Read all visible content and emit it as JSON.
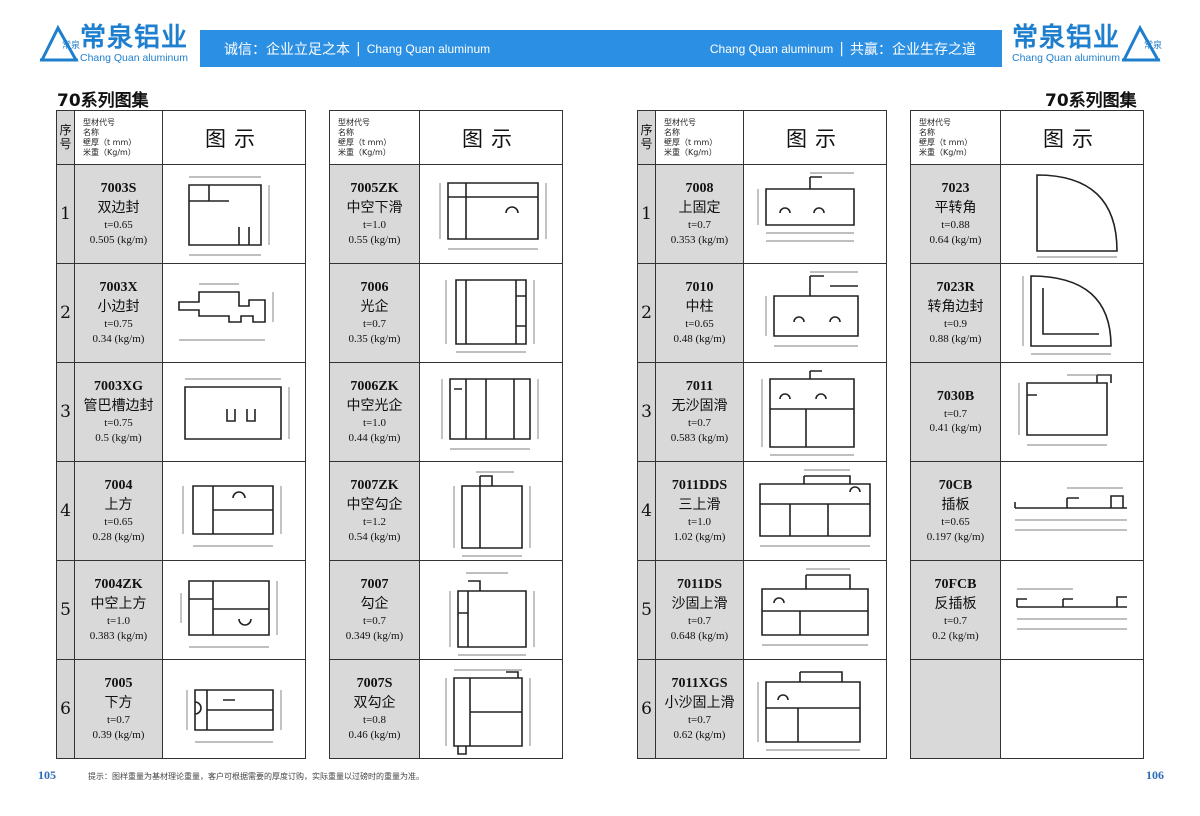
{
  "brand": {
    "name_cn": "常泉铝业",
    "name_en": "Chang Quan aluminum",
    "mark_text": "常泉"
  },
  "banner_left": {
    "slogan": "诚信：企业立足之本",
    "en": "Chang Quan aluminum"
  },
  "banner_right": {
    "en": "Chang Quan aluminum",
    "slogan": "共赢：企业生存之道"
  },
  "series_title": "70系列图集",
  "header": {
    "no": "序号",
    "info_lines": [
      "型材代号",
      "名称",
      "壁厚（t mm）",
      "米重（Kg/m）"
    ],
    "figure": "图示"
  },
  "tables": [
    {
      "rows": [
        {
          "no": "1",
          "code": "7003S",
          "name": "双边封",
          "thickness": "t=0.65",
          "weight": "0.505 (kg/m)",
          "figure_icon": "profile-7003s-icon"
        },
        {
          "no": "2",
          "code": "7003X",
          "name": "小边封",
          "thickness": "t=0.75",
          "weight": "0.34 (kg/m)",
          "figure_icon": "profile-7003x-icon"
        },
        {
          "no": "3",
          "code": "7003XG",
          "name": "管巴槽边封",
          "thickness": "t=0.75",
          "weight": "0.5 (kg/m)",
          "figure_icon": "profile-7003xg-icon"
        },
        {
          "no": "4",
          "code": "7004",
          "name": "上方",
          "thickness": "t=0.65",
          "weight": "0.28 (kg/m)",
          "figure_icon": "profile-7004-icon"
        },
        {
          "no": "5",
          "code": "7004ZK",
          "name": "中空上方",
          "thickness": "t=1.0",
          "weight": "0.383 (kg/m)",
          "figure_icon": "profile-7004zk-icon"
        },
        {
          "no": "6",
          "code": "7005",
          "name": "下方",
          "thickness": "t=0.7",
          "weight": "0.39 (kg/m)",
          "figure_icon": "profile-7005-icon"
        }
      ]
    },
    {
      "rows": [
        {
          "code": "7005ZK",
          "name": "中空下滑",
          "thickness": "t=1.0",
          "weight": "0.55 (kg/m)",
          "figure_icon": "profile-7005zk-icon"
        },
        {
          "code": "7006",
          "name": "光企",
          "thickness": "t=0.7",
          "weight": "0.35 (kg/m)",
          "figure_icon": "profile-7006-icon"
        },
        {
          "code": "7006ZK",
          "name": "中空光企",
          "thickness": "t=1.0",
          "weight": "0.44 (kg/m)",
          "figure_icon": "profile-7006zk-icon"
        },
        {
          "code": "7007ZK",
          "name": "中空勾企",
          "thickness": "t=1.2",
          "weight": "0.54 (kg/m)",
          "figure_icon": "profile-7007zk-icon"
        },
        {
          "code": "7007",
          "name": "勾企",
          "thickness": "t=0.7",
          "weight": "0.349 (kg/m)",
          "figure_icon": "profile-7007-icon"
        },
        {
          "code": "7007S",
          "name": "双勾企",
          "thickness": "t=0.8",
          "weight": "0.46 (kg/m)",
          "figure_icon": "profile-7007s-icon"
        }
      ]
    },
    {
      "rows": [
        {
          "no": "1",
          "code": "7008",
          "name": "上固定",
          "thickness": "t=0.7",
          "weight": "0.353 (kg/m)",
          "figure_icon": "profile-7008-icon"
        },
        {
          "no": "2",
          "code": "7010",
          "name": "中柱",
          "thickness": "t=0.65",
          "weight": "0.48 (kg/m)",
          "figure_icon": "profile-7010-icon"
        },
        {
          "no": "3",
          "code": "7011",
          "name": "无沙固滑",
          "thickness": "t=0.7",
          "weight": "0.583 (kg/m)",
          "figure_icon": "profile-7011-icon"
        },
        {
          "no": "4",
          "code": "7011DDS",
          "name": "三上滑",
          "thickness": "t=1.0",
          "weight": "1.02 (kg/m)",
          "figure_icon": "profile-7011dds-icon"
        },
        {
          "no": "5",
          "code": "7011DS",
          "name": "沙固上滑",
          "thickness": "t=0.7",
          "weight": "0.648 (kg/m)",
          "figure_icon": "profile-7011ds-icon"
        },
        {
          "no": "6",
          "code": "7011XGS",
          "name": "小沙固上滑",
          "thickness": "t=0.7",
          "weight": "0.62 (kg/m)",
          "figure_icon": "profile-7011xgs-icon"
        }
      ]
    },
    {
      "rows": [
        {
          "code": "7023",
          "name": "平转角",
          "thickness": "t=0.88",
          "weight": "0.64 (kg/m)",
          "figure_icon": "profile-7023-icon"
        },
        {
          "code": "7023R",
          "name": "转角边封",
          "thickness": "t=0.9",
          "weight": "0.88 (kg/m)",
          "figure_icon": "profile-7023r-icon"
        },
        {
          "code": "7030B",
          "name": "",
          "thickness": "t=0.7",
          "weight": "0.41 (kg/m)",
          "figure_icon": "profile-7030b-icon"
        },
        {
          "code": "70CB",
          "name": "插板",
          "thickness": "t=0.65",
          "weight": "0.197 (kg/m)",
          "figure_icon": "profile-70cb-icon"
        },
        {
          "code": "70FCB",
          "name": "反插板",
          "thickness": "t=0.7",
          "weight": "0.2 (kg/m)",
          "figure_icon": "profile-70fcb-icon"
        },
        {
          "code": "",
          "name": "",
          "thickness": "",
          "weight": "",
          "figure_icon": ""
        }
      ]
    }
  ],
  "footer_note": "提示：图样重量为基材理论重量，客户可根据需要的厚度订购，实际重量以过磅时的重量为准。",
  "page_left": "105",
  "page_right": "106",
  "colors": {
    "banner": "#2b8fe3",
    "brand": "#1f7fcf",
    "cell_gray": "#d9d9d9",
    "page_number": "#2b6cb8"
  }
}
